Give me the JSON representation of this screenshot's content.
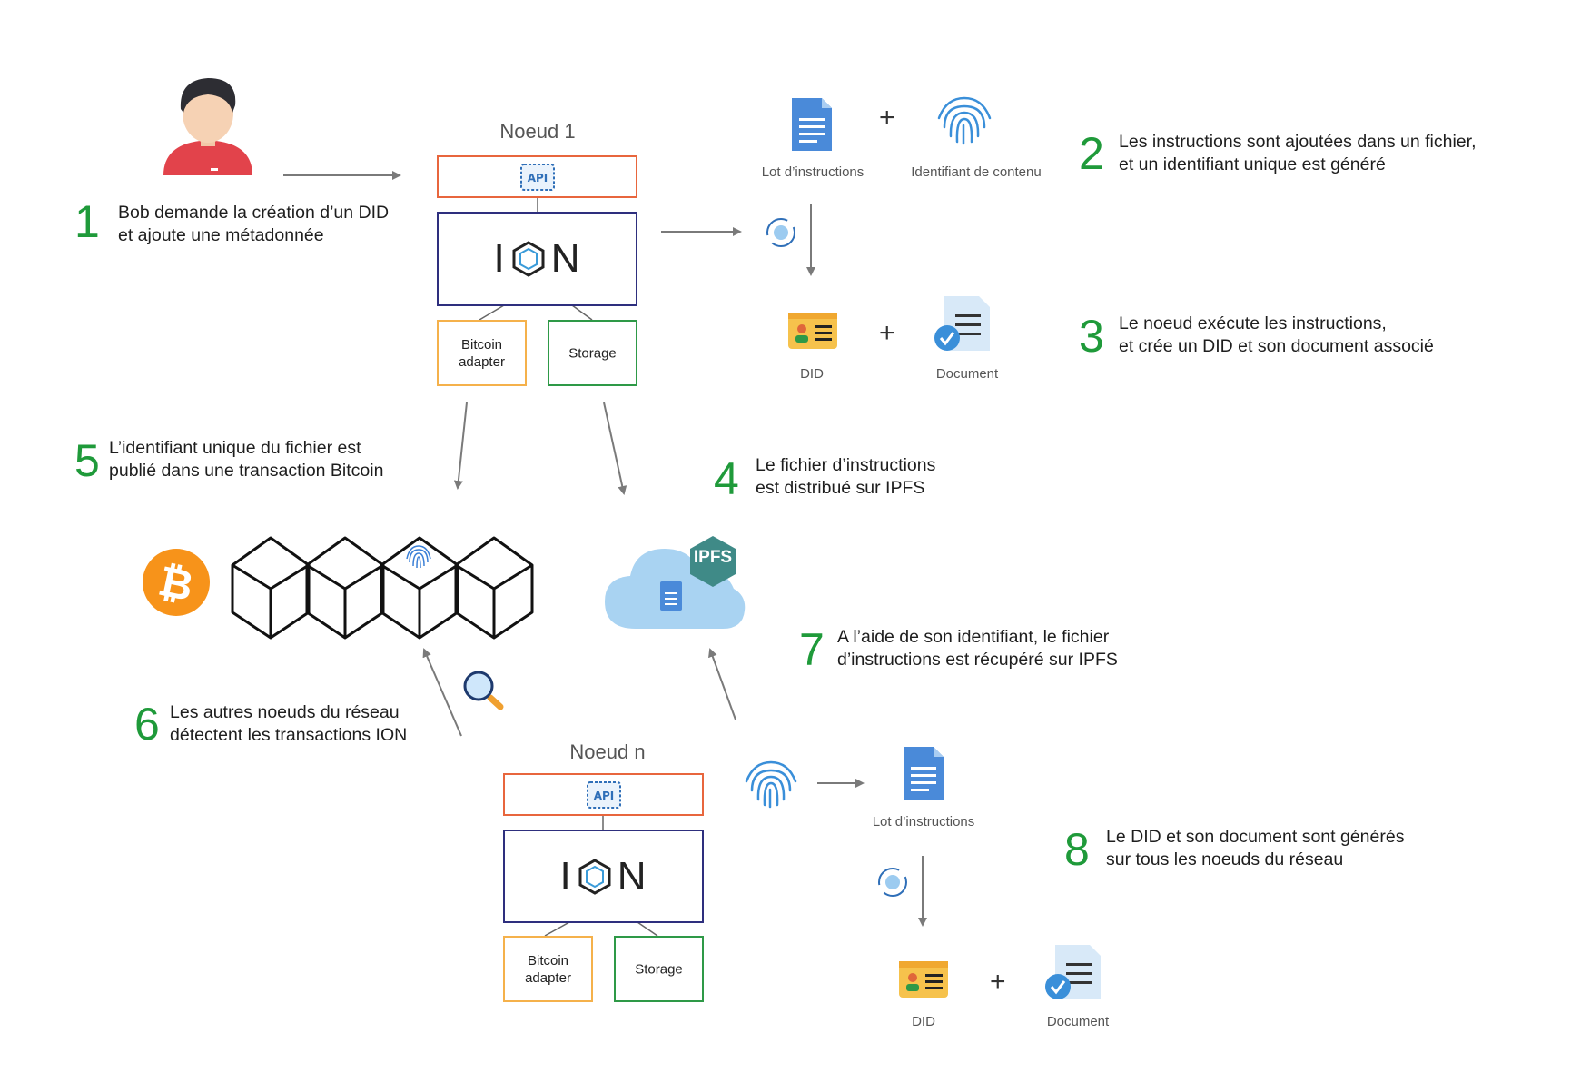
{
  "steps": [
    {
      "num": "1",
      "lines": [
        "Bob demande la création d’un DID",
        "et ajoute une métadonnée"
      ]
    },
    {
      "num": "2",
      "lines": [
        "Les instructions sont ajoutées dans un fichier,",
        "et un identifiant unique est généré"
      ]
    },
    {
      "num": "3",
      "lines": [
        "Le noeud exécute les instructions,",
        "et crée un DID et son document associé"
      ]
    },
    {
      "num": "4",
      "lines": [
        "Le fichier d’instructions",
        "est distribué sur IPFS"
      ]
    },
    {
      "num": "5",
      "lines": [
        "L’identifiant unique du fichier est",
        "publié dans une transaction Bitcoin"
      ]
    },
    {
      "num": "6",
      "lines": [
        "Les autres noeuds du réseau",
        "détectent les transactions ION"
      ]
    },
    {
      "num": "7",
      "lines": [
        "A l’aide de son identifiant, le fichier",
        "d’instructions est récupéré sur IPFS"
      ]
    },
    {
      "num": "8",
      "lines": [
        "Le DID et son document sont générés",
        "sur tous les noeuds du réseau"
      ]
    }
  ],
  "node1": {
    "title": "Noeud 1",
    "api": "API",
    "ion": [
      "I",
      "N"
    ],
    "bitcoin": [
      "Bitcoin",
      "adapter"
    ],
    "storage": "Storage"
  },
  "noden": {
    "title": "Noeud n",
    "api": "API",
    "ion": [
      "I",
      "N"
    ],
    "bitcoin": [
      "Bitcoin",
      "adapter"
    ],
    "storage": "Storage"
  },
  "captions": {
    "lot": "Lot d’instructions",
    "identifiant": "Identifiant de contenu",
    "did": "DID",
    "document": "Document",
    "plus": "+",
    "ipfs": "IPFS",
    "bitcoin_symbol": "₿"
  },
  "colors": {
    "step_green": "#1f9a3a",
    "api_border": "#e8663d",
    "ion_border": "#2e2f7e",
    "bitcoin_border": "#f5b14b",
    "storage_border": "#2e9947",
    "bitcoin_orange": "#f7931a",
    "ipfs_teal": "#3f8a87",
    "cloud_blue": "#a9d3f2",
    "doc_blue": "#4a8ad9",
    "arrow_gray": "#7a7a7a"
  },
  "icons": [
    "user-icon",
    "document-icon",
    "fingerprint-icon",
    "sync-icon",
    "id-card-icon",
    "signed-document-icon",
    "bitcoin-icon",
    "blockchain-icon",
    "cloud-icon",
    "ipfs-icon",
    "magnifier-icon",
    "api-chip-icon",
    "ion-logo-icon"
  ]
}
